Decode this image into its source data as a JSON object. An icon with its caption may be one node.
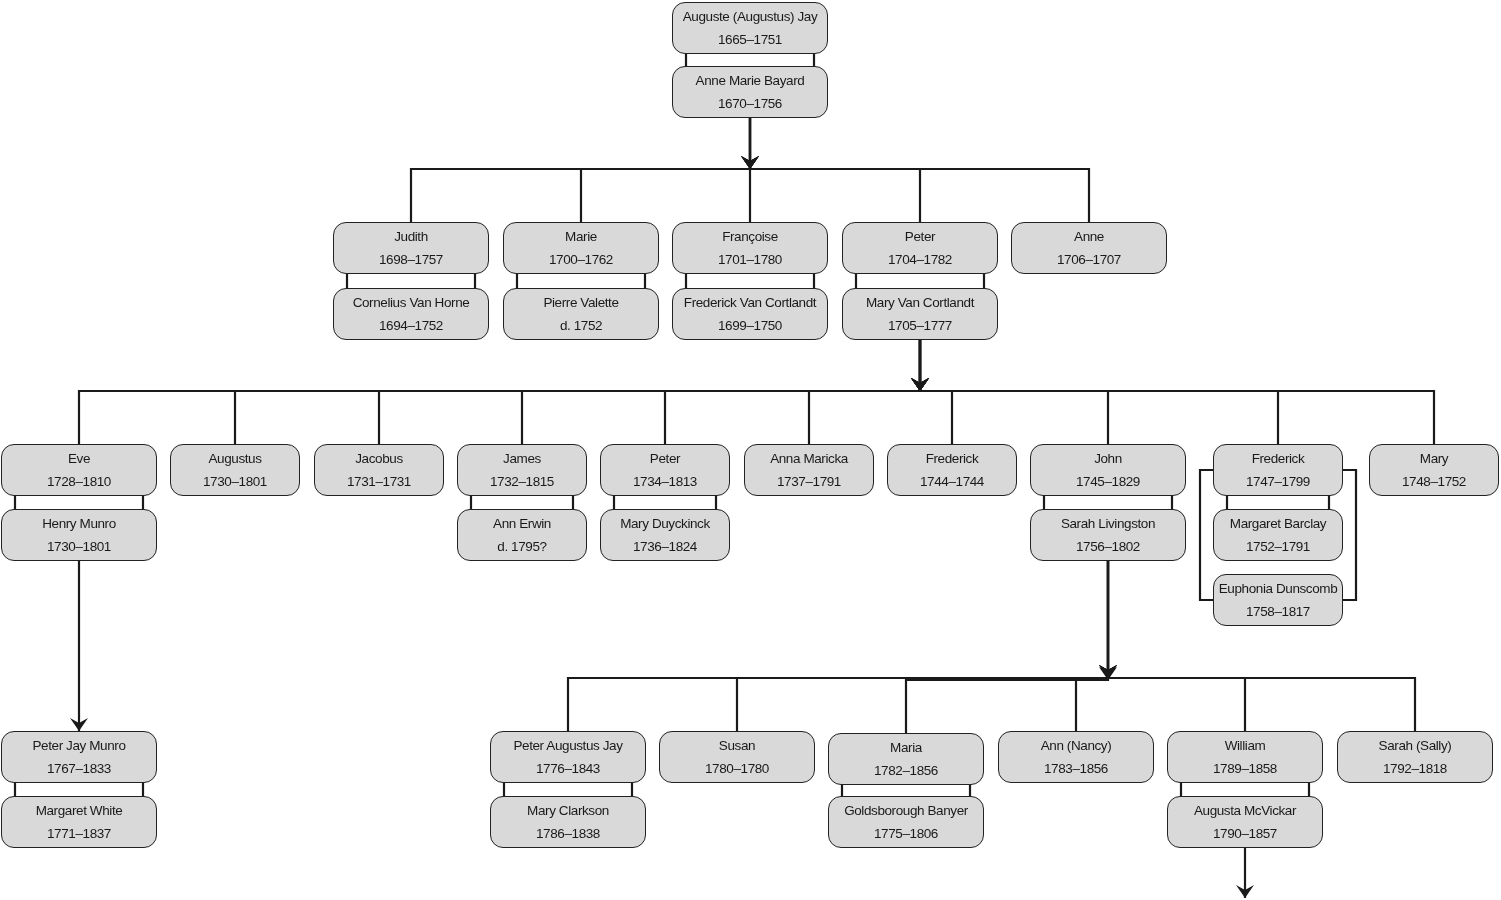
{
  "diagram": {
    "nodes": [
      {
        "text": [
          "Auguste (Augustus) Jay",
          "1665–1751"
        ]
      },
      {
        "text": [
          "Anne Marie Bayard",
          "1670–1756"
        ]
      },
      {
        "text": [
          "Judith",
          "1698–1757"
        ]
      },
      {
        "text": [
          "Cornelius Van Horne",
          "1694–1752"
        ]
      },
      {
        "text": [
          "Marie",
          "1700–1762"
        ]
      },
      {
        "text": [
          "Pierre Valette",
          "d. 1752"
        ]
      },
      {
        "text": [
          "Françoise",
          "1701–1780"
        ]
      },
      {
        "text": [
          "Frederick Van Cortlandt",
          "1699–1750"
        ]
      },
      {
        "text": [
          "Peter",
          "1704–1782"
        ]
      },
      {
        "text": [
          "Mary Van Cortlandt",
          "1705–1777"
        ]
      },
      {
        "text": [
          "Anne",
          "1706–1707"
        ]
      },
      {
        "text": [
          "Eve",
          "1728–1810"
        ]
      },
      {
        "text": [
          "Henry Munro",
          "1730–1801"
        ]
      },
      {
        "text": [
          "Augustus",
          "1730–1801"
        ]
      },
      {
        "text": [
          "Jacobus",
          "1731–1731"
        ]
      },
      {
        "text": [
          "James",
          "1732–1815"
        ]
      },
      {
        "text": [
          "Ann Erwin",
          "d. 1795?"
        ]
      },
      {
        "text": [
          "Peter",
          "1734–1813"
        ]
      },
      {
        "text": [
          "Mary Duyckinck",
          "1736–1824"
        ]
      },
      {
        "text": [
          "Anna Maricka",
          "1737–1791"
        ]
      },
      {
        "text": [
          "Frederick",
          "1744–1744"
        ]
      },
      {
        "text": [
          "John",
          "1745–1829"
        ]
      },
      {
        "text": [
          "Sarah Livingston",
          "1756–1802"
        ]
      },
      {
        "text": [
          "Frederick",
          "1747–1799"
        ]
      },
      {
        "text": [
          "Margaret Barclay",
          "1752–1791"
        ]
      },
      {
        "text": [
          "Euphonia Dunscomb",
          "1758–1817"
        ]
      },
      {
        "text": [
          "Mary",
          "1748–1752"
        ]
      },
      {
        "text": [
          "Peter Jay Munro",
          "1767–1833"
        ]
      },
      {
        "text": [
          "Margaret White",
          "1771–1837"
        ]
      },
      {
        "text": [
          "Peter Augustus Jay",
          "1776–1843"
        ]
      },
      {
        "text": [
          "Mary Clarkson",
          "1786–1838"
        ]
      },
      {
        "text": [
          "Susan",
          "1780–1780"
        ]
      },
      {
        "text": [
          "Maria",
          "1782–1856"
        ]
      },
      {
        "text": [
          "Goldsborough Banyer",
          "1775–1806"
        ]
      },
      {
        "text": [
          "Ann (Nancy)",
          "1783–1856"
        ]
      },
      {
        "text": [
          "William",
          "1789–1858"
        ]
      },
      {
        "text": [
          "Augusta McVickar",
          "1790–1857"
        ]
      },
      {
        "text": [
          "Sarah (Sally)",
          "1792–1818"
        ]
      }
    ],
    "edges": [
      {
        "from": 0,
        "to": 1,
        "arrow": "none"
      },
      {
        "from": 2,
        "to": 3,
        "arrow": "none"
      },
      {
        "from": 4,
        "to": 5,
        "arrow": "none"
      },
      {
        "from": 6,
        "to": 7,
        "arrow": "none"
      },
      {
        "from": 8,
        "to": 9,
        "arrow": "none"
      },
      {
        "from": 11,
        "to": 12,
        "arrow": "none"
      },
      {
        "from": 15,
        "to": 16,
        "arrow": "none"
      },
      {
        "from": 17,
        "to": 18,
        "arrow": "none"
      },
      {
        "from": 21,
        "to": 22,
        "arrow": "none"
      },
      {
        "from": 23,
        "to": 24,
        "arrow": "none"
      },
      {
        "from": 23,
        "to": 25,
        "arrow": "none"
      },
      {
        "from": 27,
        "to": 28,
        "arrow": "none"
      },
      {
        "from": 29,
        "to": 30,
        "arrow": "none"
      },
      {
        "from": 32,
        "to": 33,
        "arrow": "none"
      },
      {
        "from": 35,
        "to": 36,
        "arrow": "none"
      },
      {
        "from": 1,
        "to": 2,
        "arrow": "to"
      },
      {
        "from": 1,
        "to": 4,
        "arrow": "to"
      },
      {
        "from": 1,
        "to": 6,
        "arrow": "to"
      },
      {
        "from": 1,
        "to": 8,
        "arrow": "to"
      },
      {
        "from": 1,
        "to": 10,
        "arrow": "to"
      },
      {
        "from": 9,
        "to": 11,
        "arrow": "to"
      },
      {
        "from": 9,
        "to": 13,
        "arrow": "to"
      },
      {
        "from": 9,
        "to": 14,
        "arrow": "to"
      },
      {
        "from": 9,
        "to": 15,
        "arrow": "to"
      },
      {
        "from": 9,
        "to": 17,
        "arrow": "to"
      },
      {
        "from": 9,
        "to": 19,
        "arrow": "to"
      },
      {
        "from": 9,
        "to": 20,
        "arrow": "to"
      },
      {
        "from": 9,
        "to": 21,
        "arrow": "to"
      },
      {
        "from": 9,
        "to": 23,
        "arrow": "to"
      },
      {
        "from": 9,
        "to": 26,
        "arrow": "to"
      },
      {
        "from": 12,
        "to": 27,
        "arrow": "to"
      },
      {
        "from": 22,
        "to": 29,
        "arrow": "to"
      },
      {
        "from": 22,
        "to": 31,
        "arrow": "to"
      },
      {
        "from": 22,
        "to": 32,
        "arrow": "to"
      },
      {
        "from": 22,
        "to": 34,
        "arrow": "to"
      },
      {
        "from": 22,
        "to": 35,
        "arrow": "to"
      },
      {
        "from": 22,
        "to": 37,
        "arrow": "to"
      },
      {
        "from": 36,
        "to": null,
        "arrow": "to"
      }
    ]
  }
}
